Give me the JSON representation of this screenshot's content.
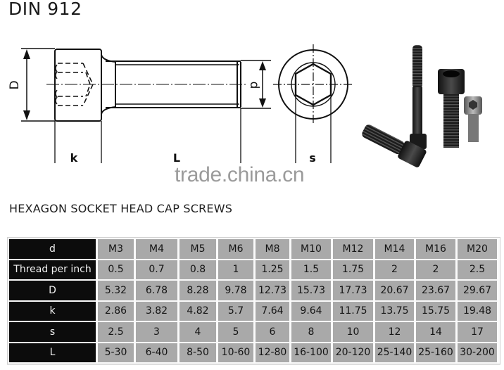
{
  "title": "DIN 912",
  "watermark": "trade.china.cn",
  "drawing": {
    "labels": {
      "head_diameter": "D",
      "thread_diameter": "d",
      "head_height": "k",
      "length": "L",
      "socket_size": "s"
    }
  },
  "subtitle": "HEXAGON SOCKET HEAD CAP SCREWS",
  "table": {
    "rows": [
      {
        "label": "d",
        "values": [
          "M3",
          "M4",
          "M5",
          "M6",
          "M8",
          "M10",
          "M12",
          "M14",
          "M16",
          "M20"
        ]
      },
      {
        "label": "Thread per inch",
        "values": [
          "0.5",
          "0.7",
          "0.8",
          "1",
          "1.25",
          "1.5",
          "1.75",
          "2",
          "2",
          "2.5"
        ]
      },
      {
        "label": "D",
        "values": [
          "5.32",
          "6.78",
          "8.28",
          "9.78",
          "12.73",
          "15.73",
          "17.73",
          "20.67",
          "23.67",
          "29.67"
        ]
      },
      {
        "label": "k",
        "values": [
          "2.86",
          "3.82",
          "4.82",
          "5.7",
          "7.64",
          "9.64",
          "11.75",
          "13.75",
          "15.75",
          "19.48"
        ]
      },
      {
        "label": "s",
        "values": [
          "2.5",
          "3",
          "4",
          "5",
          "6",
          "8",
          "10",
          "12",
          "14",
          "17"
        ]
      },
      {
        "label": "L",
        "values": [
          "5-30",
          "6-40",
          "8-50",
          "10-60",
          "12-80",
          "16-100",
          "20-120",
          "25-140",
          "25-160",
          "30-200"
        ]
      }
    ]
  },
  "colors": {
    "header_cell_bg": "#0c0c0c",
    "value_cell_bg": "#a9a9a9"
  }
}
